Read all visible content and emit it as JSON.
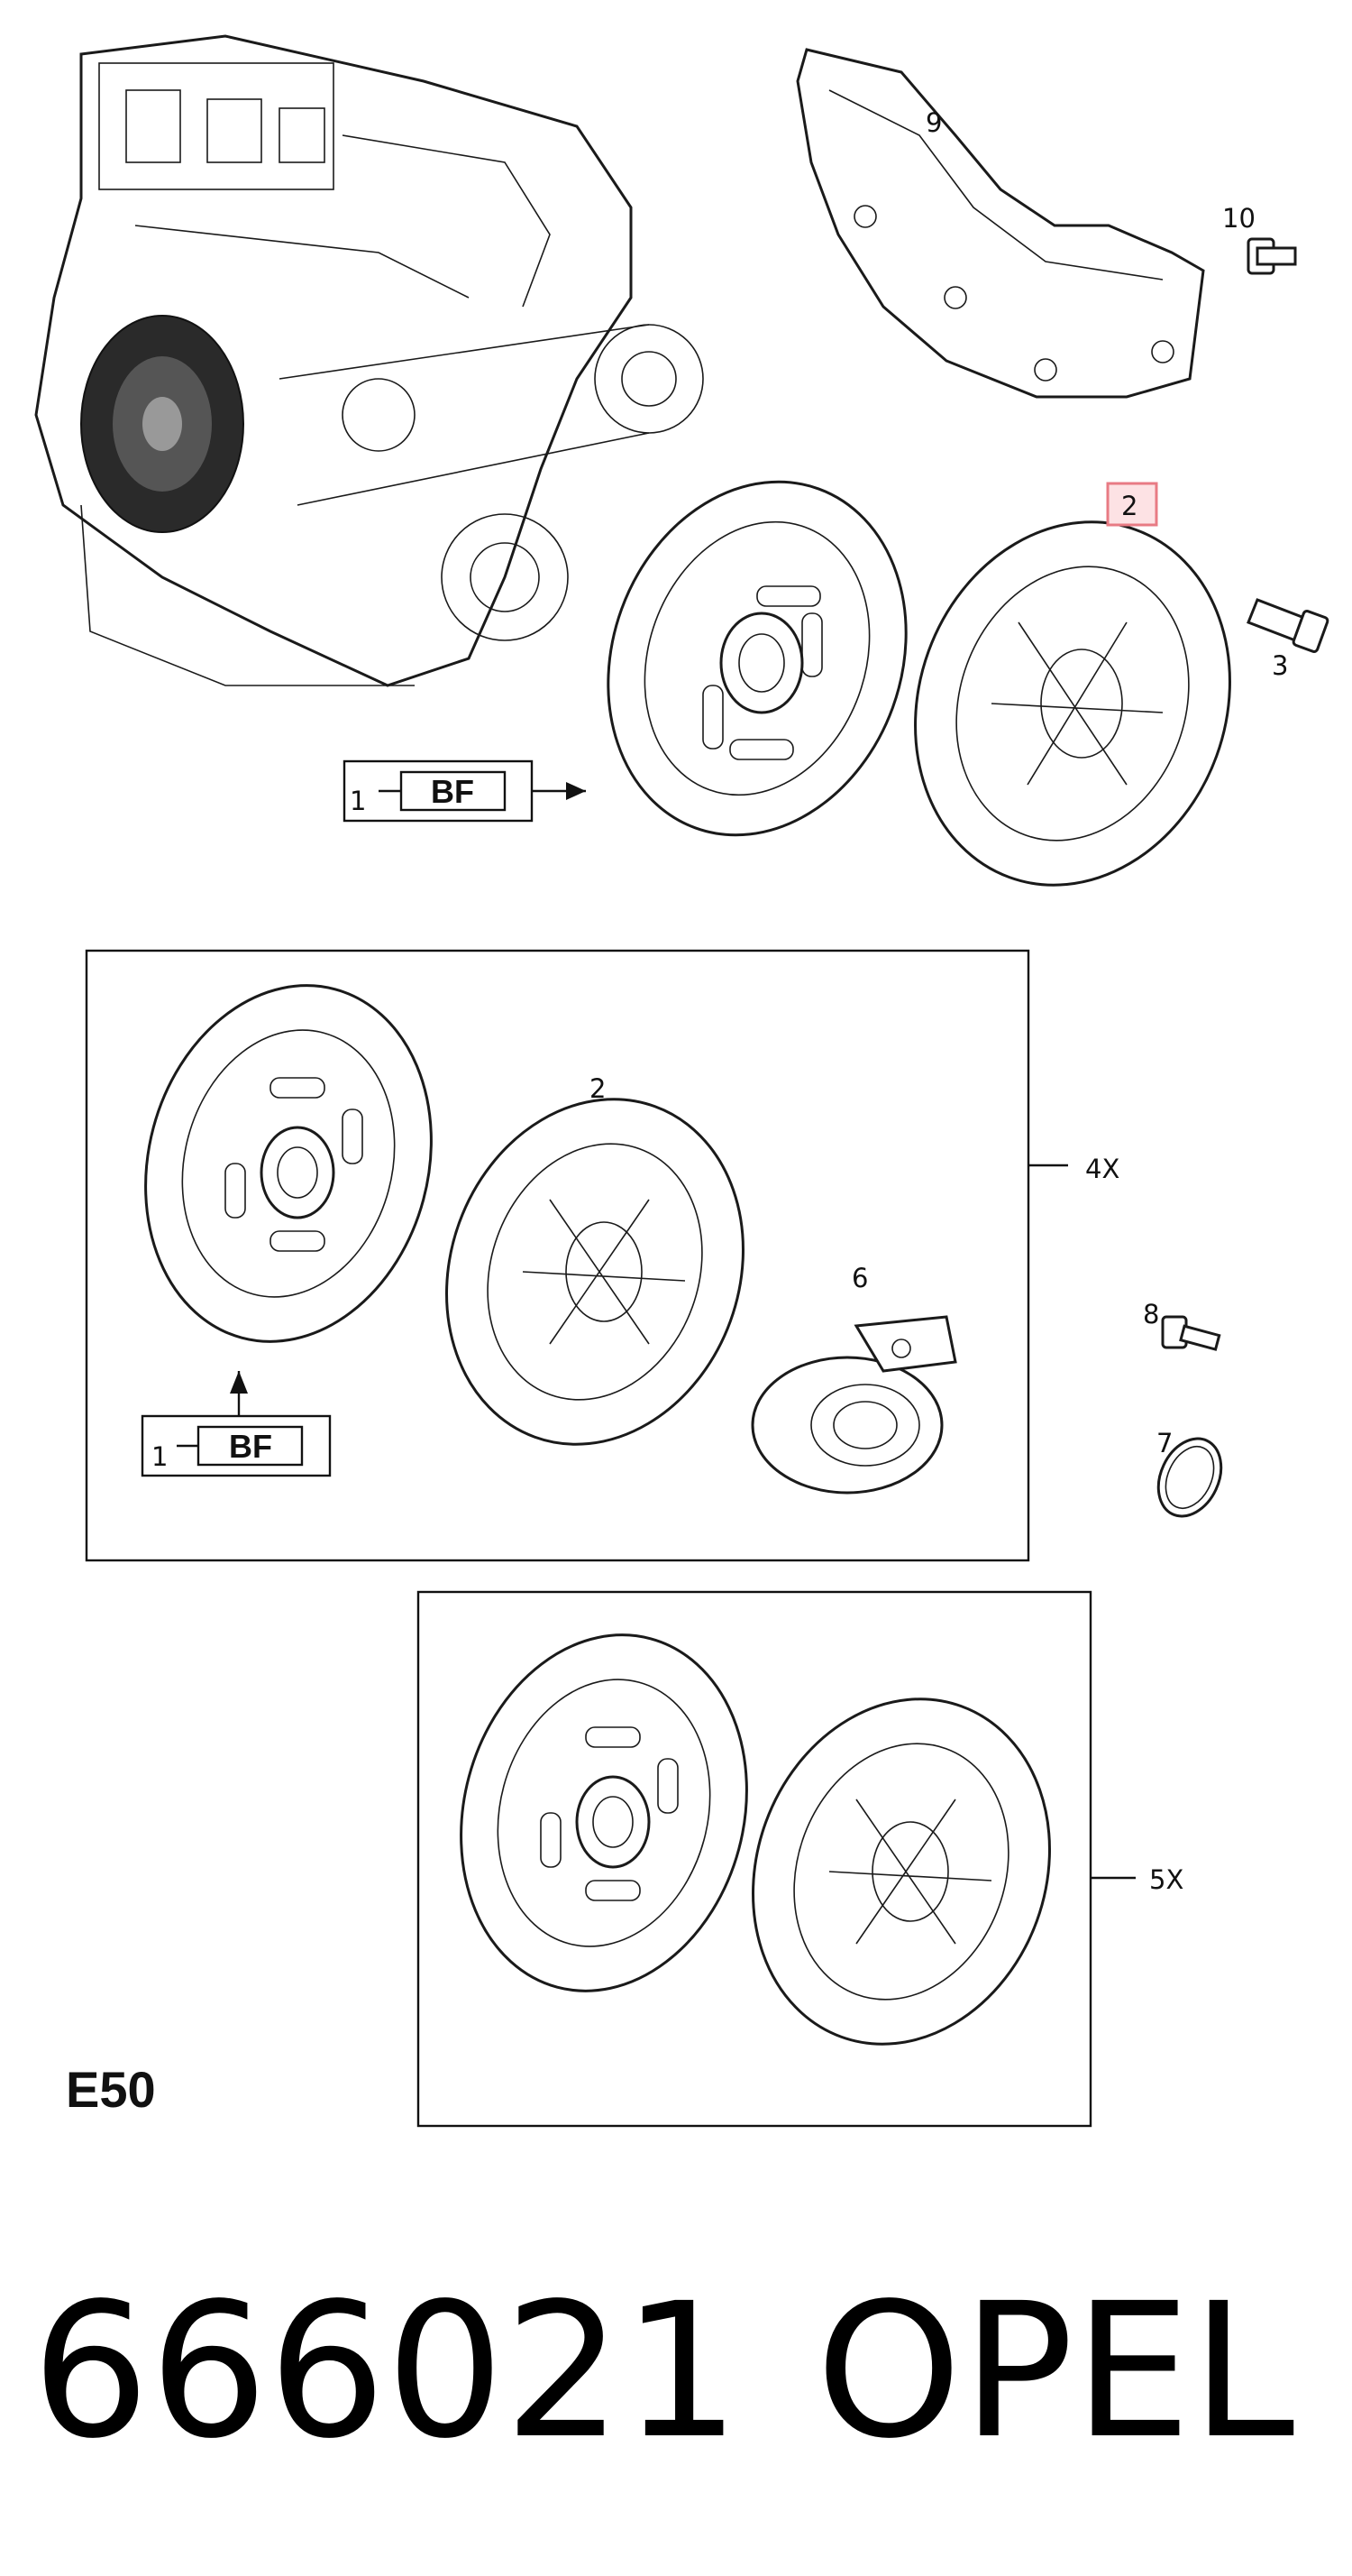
{
  "callouts": {
    "c9": "9",
    "c10": "10",
    "c2_top": "2",
    "c3": "3",
    "c1_top": "1",
    "bf_top": "BF",
    "c2_kit": "2",
    "c4x": "4X",
    "c6": "6",
    "c8": "8",
    "c7": "7",
    "c1_kit": "1",
    "bf_kit": "BF",
    "c5x": "5X"
  },
  "section_code": "E50",
  "footer": {
    "part_number": "666021",
    "brand": "OPEL"
  },
  "colors": {
    "highlight_border": "#e87b84",
    "highlight_fill": "#fde2e4",
    "line": "#111111"
  }
}
